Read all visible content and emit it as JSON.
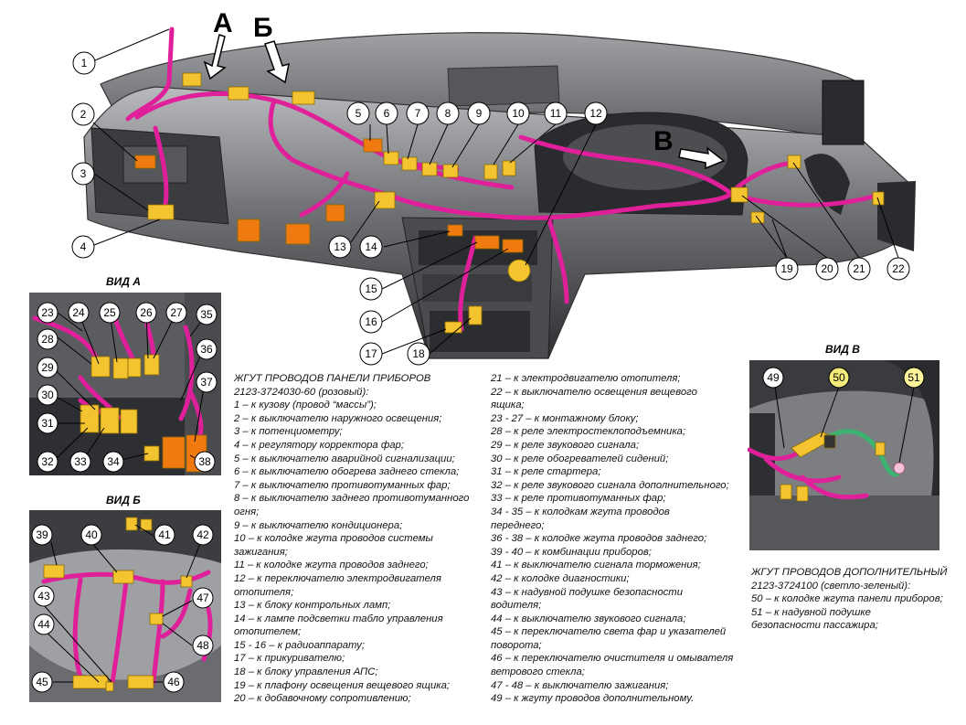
{
  "figure_arrows": {
    "a": "А",
    "b": "Б",
    "v": "В"
  },
  "views": {
    "a_title": "ВИД А",
    "b_title": "ВИД Б",
    "v_title": "ВИД В"
  },
  "callouts_main": [
    "1",
    "2",
    "3",
    "4",
    "5",
    "6",
    "7",
    "8",
    "9",
    "10",
    "11",
    "12",
    "13",
    "14",
    "15",
    "16",
    "17",
    "18",
    "19",
    "20",
    "21",
    "22"
  ],
  "callouts_view_a": [
    "23",
    "24",
    "25",
    "26",
    "27",
    "28",
    "29",
    "30",
    "31",
    "32",
    "33",
    "34",
    "35",
    "36",
    "37",
    "38"
  ],
  "callouts_view_b": [
    "39",
    "40",
    "41",
    "42",
    "43",
    "44",
    "45",
    "46",
    "47",
    "48"
  ],
  "callouts_view_v": [
    "49",
    "50",
    "51"
  ],
  "legend_col1": [
    "ЖГУТ ПРОВОДОВ ПАНЕЛИ ПРИБОРОВ",
    "2123-3724030-60 (розовый):",
    "1 – к кузову (провод “массы”);",
    "2 – к выключателю наружного освещения;",
    "3 – к потенциометру;",
    "4 – к регулятору корректора фар;",
    "5 – к выключателю аварийной сигнализации;",
    "6 – к выключателю обогрева заднего стекла;",
    "7 – к выключателю противотуманных фар;",
    "8 – к выключателю заднего противотуманного",
    "огня;",
    "9 – к выключателю кондиционера;",
    "10 – к колодке жгута проводов системы",
    "зажигания;",
    "11 – к колодке жгута проводов заднего;",
    "12 – к переключателю электродвигателя",
    "отопителя;",
    "13 – к блоку контрольных ламп;",
    "14 – к лампе подсветки табло управления",
    "отопителем;",
    "15 - 16 – к радиоаппарату;",
    "17 – к прикуривателю;",
    "18 – к блоку управления АПС;",
    "19 – к плафону освещения вещевого ящика;",
    "20 – к добавочному сопротивлению;"
  ],
  "legend_col2": [
    "21 – к электродвигателю отопителя;",
    "22 – к выключателю освещения вещевого",
    "ящика;",
    "23 - 27 – к монтажному блоку;",
    "28 – к реле электростеклоподъемника;",
    "29 – к реле звукового сигнала;",
    "30 – к реле обогревателей сидений;",
    "31 – к реле стартера;",
    "32 – к реле звукового сигнала дополнительного;",
    "33 – к реле противотуманных фар;",
    "34 - 35 – к колодкам жгута проводов",
    "переднего;",
    "36 - 38 – к колодке жгута проводов заднего;",
    "39 - 40 – к комбинации приборов;",
    "41 – к выключателю сигнала торможения;",
    "42 – к колодке диагностики;",
    "43 – к надувной подушке безопасности",
    "водителя;",
    "44 – к выключателю звукового сигнала;",
    "45 – к переключателю света фар и указателей",
    "поворота;",
    "46 – к переключателю очистителя и омывателя",
    "ветрового стекла;",
    "47 - 48 – к выключателю зажигания;",
    "49 – к жгуту проводов дополнительному."
  ],
  "legend_col3": [
    "ЖГУТ ПРОВОДОВ ДОПОЛНИТЕЛЬНЫЙ",
    "2123-3724100 (светло-зеленый):",
    "50 – к колодке жгута панели приборов;",
    "51 – к надувной подушке",
    "безопасности пассажира;"
  ],
  "colors": {
    "harness_main": "#e0209a",
    "harness_additional": "#3cb371",
    "connector": "#f4c430",
    "connector_orange": "#f07a10",
    "panel_dark": "#3a3b3f",
    "panel_light": "#8a8c90",
    "callout_50_fill": "#f2eb7a",
    "callout_51_fill": "#fbf49a"
  }
}
